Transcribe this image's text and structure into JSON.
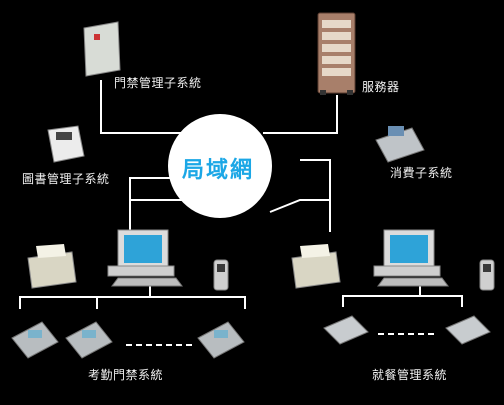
{
  "hub_label": "局域網",
  "subsystems": {
    "access_control": "門禁管理子系統",
    "server": "服務器",
    "library": "圖書管理子系統",
    "consumption": "消費子系統",
    "attendance": "考勤門禁系統",
    "dining": "就餐管理系統"
  },
  "colors": {
    "background": "#000000",
    "line": "#ffffff",
    "hub_text": "#1ba7e6",
    "label_text": "#f2f2f2"
  }
}
